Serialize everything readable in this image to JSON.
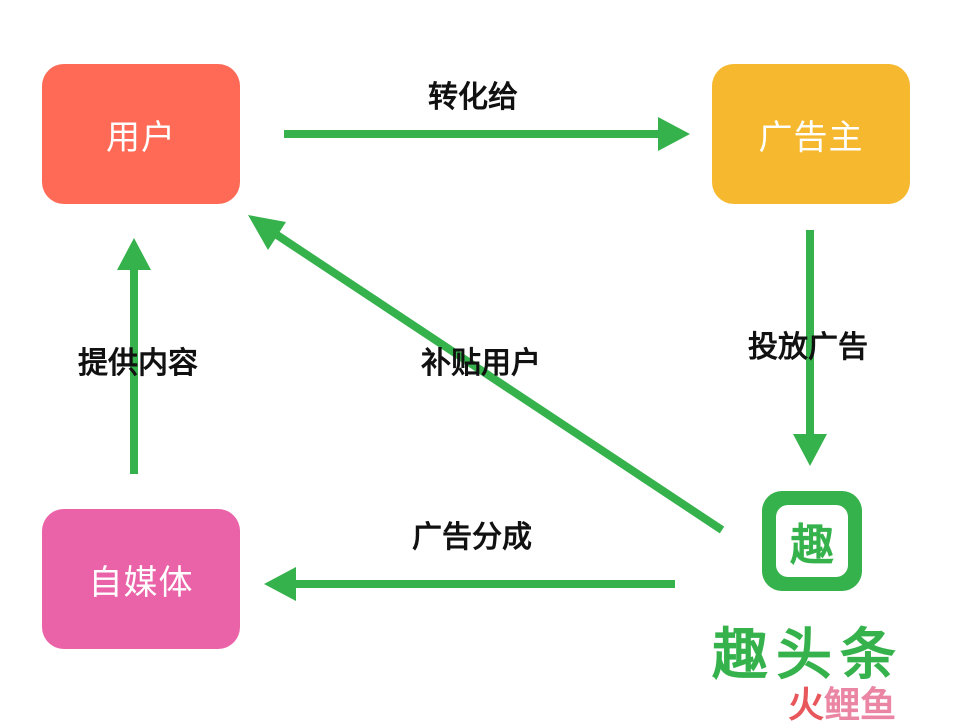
{
  "colors": {
    "user_node": "#fe6a56",
    "advertiser_node": "#f5b82e",
    "media_node": "#ea62a8",
    "arrow": "#35b24c",
    "brand_green": "#35b24c"
  },
  "nodes": {
    "user": "用户",
    "advertiser": "广告主",
    "media": "自媒体"
  },
  "edges": {
    "user_to_advertiser": "转化给",
    "advertiser_to_platform": "投放广告",
    "platform_to_user": "补贴用户",
    "platform_to_media": "广告分成",
    "media_to_user": "提供内容"
  },
  "platform": {
    "icon_char": "趣",
    "name": "趣头条",
    "icon": "qutoutiao-logo-icon"
  },
  "watermark": {
    "part1": "火",
    "part2": "鲤鱼"
  }
}
